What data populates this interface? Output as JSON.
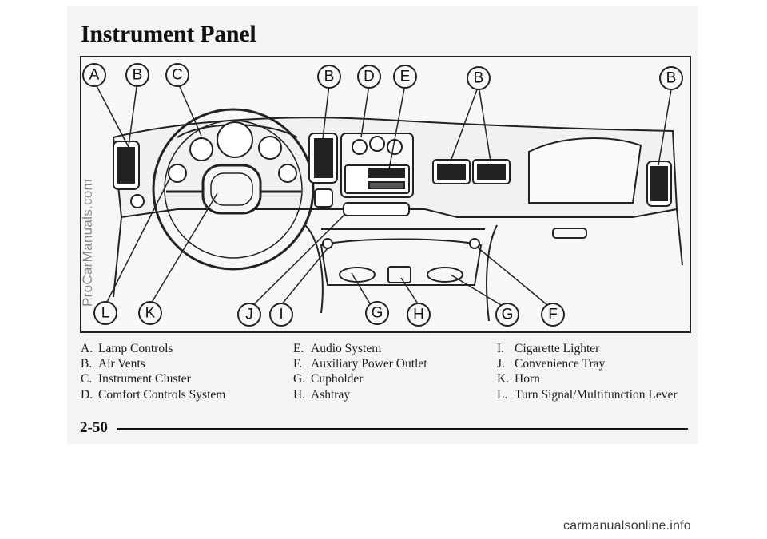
{
  "page": {
    "title": "Instrument Panel",
    "page_number": "2-50",
    "watermark": "ProCarManuals.com",
    "site_footer": "carmanualsonline.info"
  },
  "figure": {
    "callouts": {
      "a": "A",
      "b1": "B",
      "c": "C",
      "b2": "B",
      "d": "D",
      "e": "E",
      "b3": "B",
      "b4": "B",
      "l": "L",
      "k": "K",
      "j": "J",
      "i": "I",
      "g1": "G",
      "h": "H",
      "g2": "G",
      "f": "F"
    }
  },
  "legend": {
    "col1": [
      {
        "key": "A.",
        "label": "Lamp Controls"
      },
      {
        "key": "B.",
        "label": "Air Vents"
      },
      {
        "key": "C.",
        "label": "Instrument Cluster"
      },
      {
        "key": "D.",
        "label": "Comfort Controls System"
      }
    ],
    "col2": [
      {
        "key": "E.",
        "label": "Audio System"
      },
      {
        "key": "F.",
        "label": "Auxiliary Power Outlet"
      },
      {
        "key": "G.",
        "label": "Cupholder"
      },
      {
        "key": "H.",
        "label": "Ashtray"
      }
    ],
    "col3": [
      {
        "key": "I.",
        "label": "Cigarette Lighter"
      },
      {
        "key": "J.",
        "label": "Convenience Tray"
      },
      {
        "key": "K.",
        "label": "Horn"
      },
      {
        "key": "L.",
        "label": "Turn Signal/Multifunction Lever"
      }
    ]
  }
}
